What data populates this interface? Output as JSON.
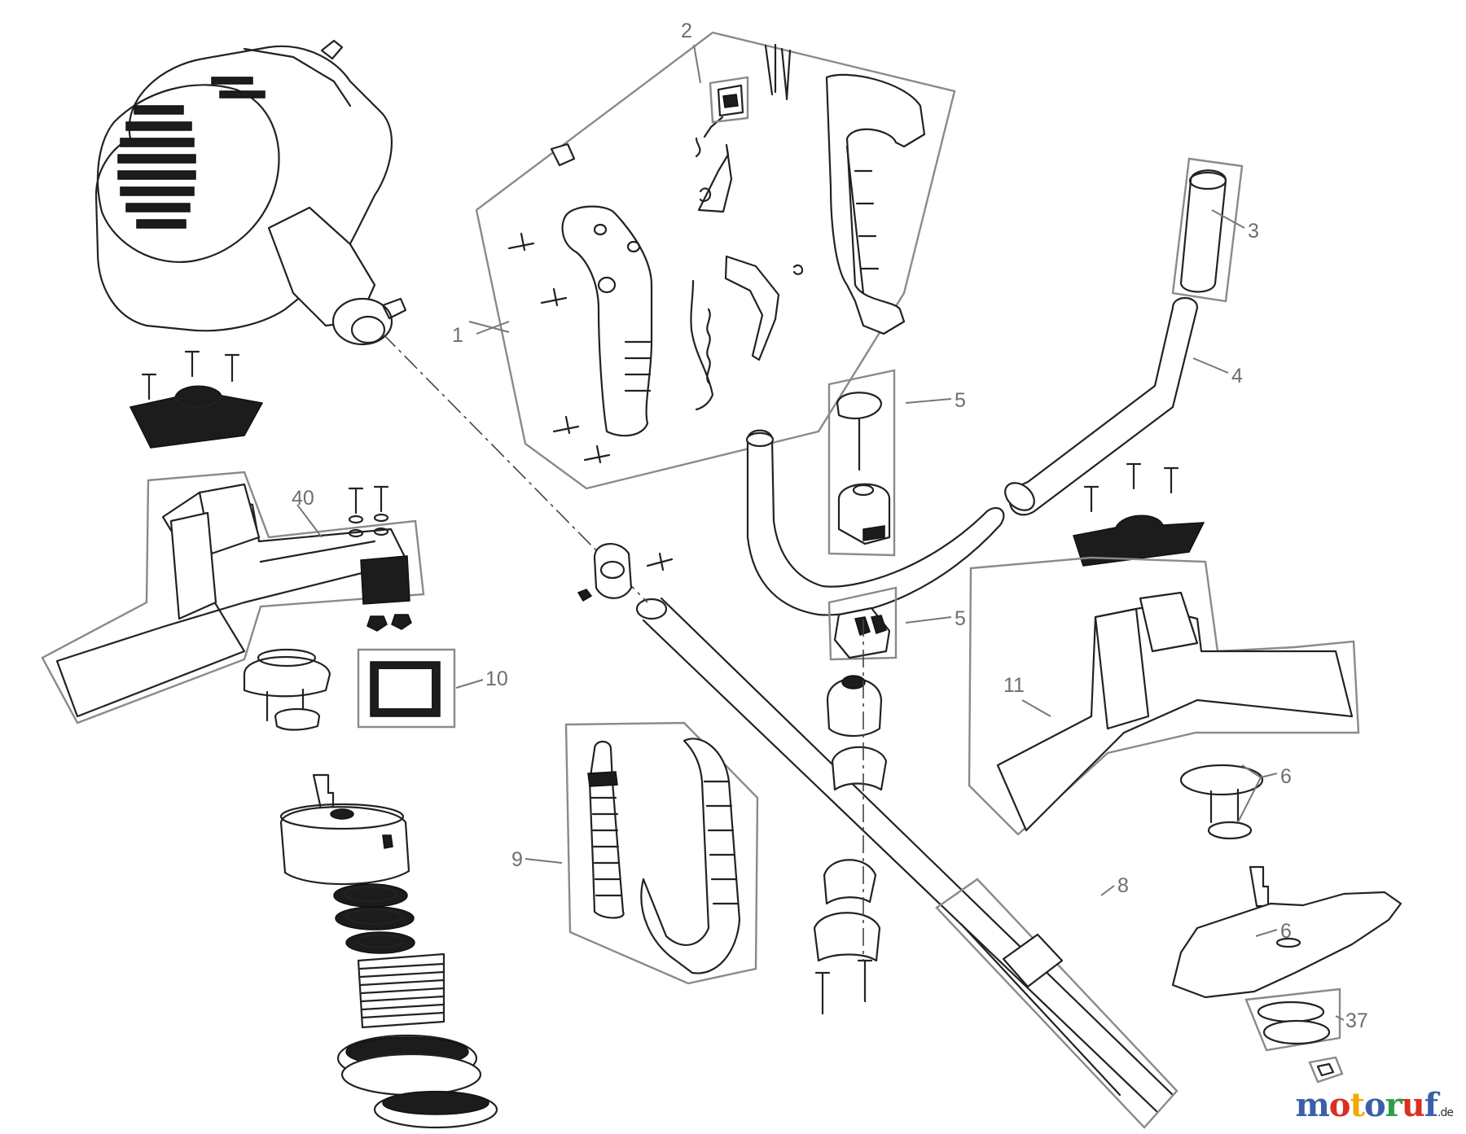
{
  "callouts": [
    {
      "id": "1",
      "text": "1"
    },
    {
      "id": "2",
      "text": "2"
    },
    {
      "id": "3",
      "text": "3"
    },
    {
      "id": "4",
      "text": "4"
    },
    {
      "id": "5a",
      "text": "5"
    },
    {
      "id": "5b",
      "text": "5"
    },
    {
      "id": "6a",
      "text": "6"
    },
    {
      "id": "6b",
      "text": "6"
    },
    {
      "id": "8",
      "text": "8"
    },
    {
      "id": "9",
      "text": "9"
    },
    {
      "id": "10",
      "text": "10"
    },
    {
      "id": "11",
      "text": "11"
    },
    {
      "id": "37",
      "text": "37"
    },
    {
      "id": "40",
      "text": "40"
    }
  ],
  "watermark": {
    "letters": [
      {
        "ch": "m",
        "color": "#3b5fa8"
      },
      {
        "ch": "o",
        "color": "#d93025"
      },
      {
        "ch": "t",
        "color": "#f2a900"
      },
      {
        "ch": "o",
        "color": "#3b5fa8"
      },
      {
        "ch": "r",
        "color": "#2e9e44"
      },
      {
        "ch": "u",
        "color": "#d93025"
      },
      {
        "ch": "f",
        "color": "#3b5fa8"
      }
    ],
    "tld": ".de"
  }
}
